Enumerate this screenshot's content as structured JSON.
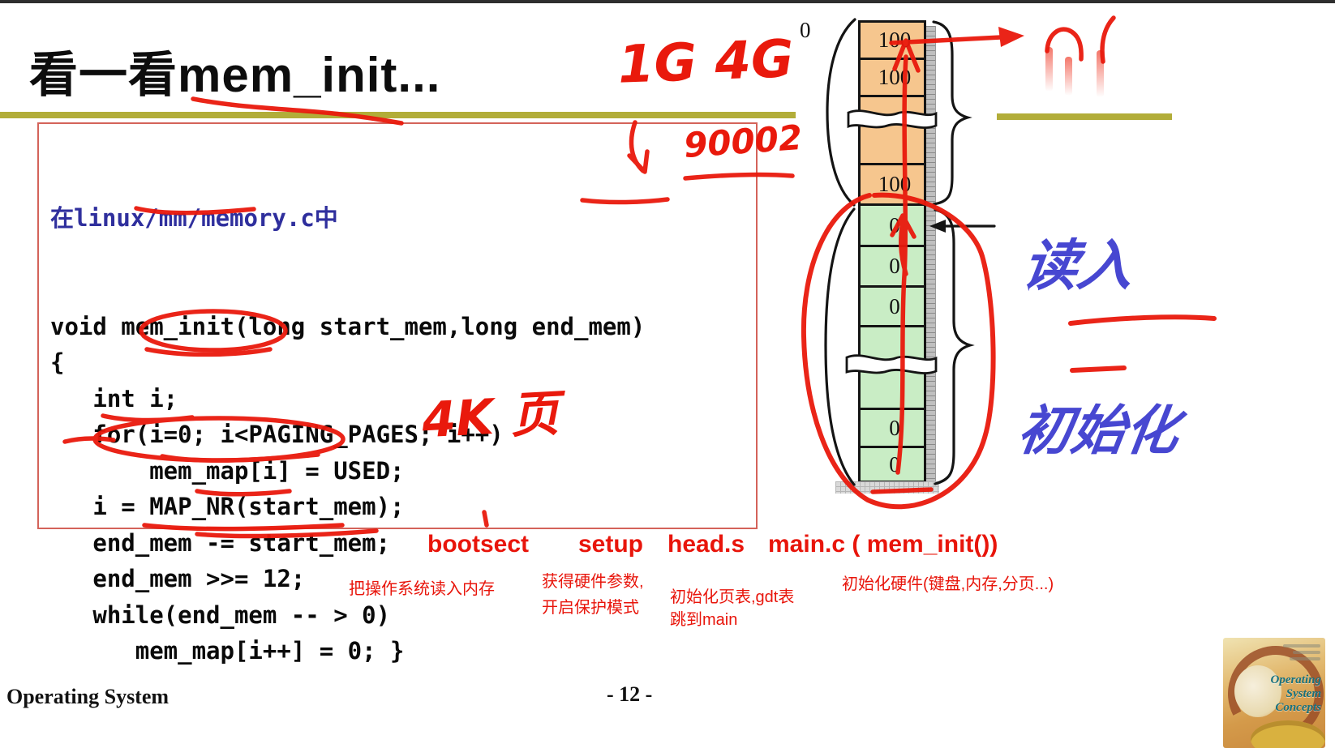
{
  "slide": {
    "title": "看一看mem_init...",
    "footer_left": "Operating System",
    "page_number": "- 12 -"
  },
  "code_box": {
    "header": "在linux/mm/memory.c中",
    "lines": [
      "void mem_init(long start_mem,long end_mem)",
      "{",
      "   int i;",
      "   for(i=0; i<PAGING_PAGES; i++)",
      "       mem_map[i] = USED;",
      "   i = MAP_NR(start_mem);",
      "   end_mem -= start_mem;",
      "   end_mem >>= 12;",
      "   while(end_mem -- > 0)",
      "      mem_map[i++] = 0; }"
    ]
  },
  "handwriting": {
    "size_labels": "1G 4G",
    "address": "90002",
    "page_size": "4K 页",
    "read_in": "读入",
    "initialize": "初始化"
  },
  "diagram": {
    "origin_label": "0",
    "cells": [
      {
        "label": "100",
        "kind": "used"
      },
      {
        "label": "100",
        "kind": "used"
      },
      {
        "label": "",
        "kind": "used"
      },
      {
        "label": "100",
        "kind": "used"
      },
      {
        "label": "0",
        "kind": "free"
      },
      {
        "label": "0",
        "kind": "free"
      },
      {
        "label": "0",
        "kind": "free"
      },
      {
        "label": "",
        "kind": "free"
      },
      {
        "label": "0",
        "kind": "free"
      },
      {
        "label": "0",
        "kind": "free"
      }
    ]
  },
  "boot_chain": {
    "stages": [
      "bootsect",
      "setup",
      "head.s",
      "main.c ( mem_init())"
    ],
    "notes": {
      "bootsect": "把操作系统读入内存",
      "setup_line1": "获得硬件参数,",
      "setup_line2": "开启保护模式",
      "heads_line1": "初始化页表,gdt表",
      "heads_line2": "跳到main",
      "main": "初始化硬件(键盘,内存,分页...)"
    }
  },
  "book": {
    "title_line1": "Operating",
    "title_line2": "System",
    "title_line3": "Concepts"
  },
  "colors": {
    "accent_red": "#e9190c",
    "marker_blue": "#4747d1",
    "olive_rule": "#b2ad39",
    "used_cell": "#f6c68e",
    "free_cell": "#c9edc5"
  }
}
